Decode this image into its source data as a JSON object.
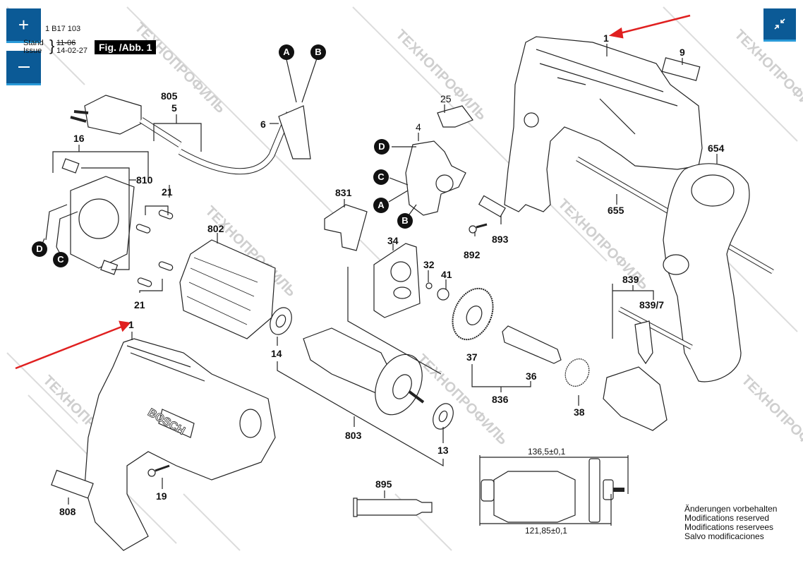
{
  "viewer": {
    "zoom_in_icon": "plus-icon",
    "zoom_out_icon": "minus-icon",
    "fit_icon": "collapse-arrows-icon",
    "accent_color": "#0b5a96"
  },
  "header": {
    "doc_number": "1 B17 103",
    "stand_label": "Stand",
    "issue_label": "Issue",
    "stand_value": "11-06",
    "issue_value": "14-02-27",
    "figure_label": "Fig. /Abb. 1"
  },
  "parts": {
    "p1_top": "1",
    "p9": "9",
    "p654": "654",
    "p655": "655",
    "p25": "25",
    "p4": "4",
    "p831": "831",
    "p893": "893",
    "p892": "892",
    "p34": "34",
    "p32": "32",
    "p41": "41",
    "p37": "37",
    "p36": "36",
    "p836": "836",
    "p38": "38",
    "p839": "839",
    "p839_7": "839/7",
    "p805": "805",
    "p5": "5",
    "p6": "6",
    "p16": "16",
    "p810": "810",
    "p21a": "21",
    "p21b": "21",
    "p802": "802",
    "p1_bottom": "1",
    "p14": "14",
    "p803": "803",
    "p13": "13",
    "p808": "808",
    "p19": "19",
    "p895": "895"
  },
  "connectors": {
    "A": "A",
    "B": "B",
    "C": "C",
    "D": "D"
  },
  "dimensions": {
    "top": "136,5±0,1",
    "bottom": "121,85±0,1"
  },
  "brand_on_housing": "BOSCH",
  "notice": [
    "Änderungen vorbehalten",
    "Modifications reserved",
    "Modifications reservees",
    "Salvo modificaciones"
  ],
  "watermark": "ТЕХНОПРОФИЛЬ",
  "arrow_color": "#e02020"
}
